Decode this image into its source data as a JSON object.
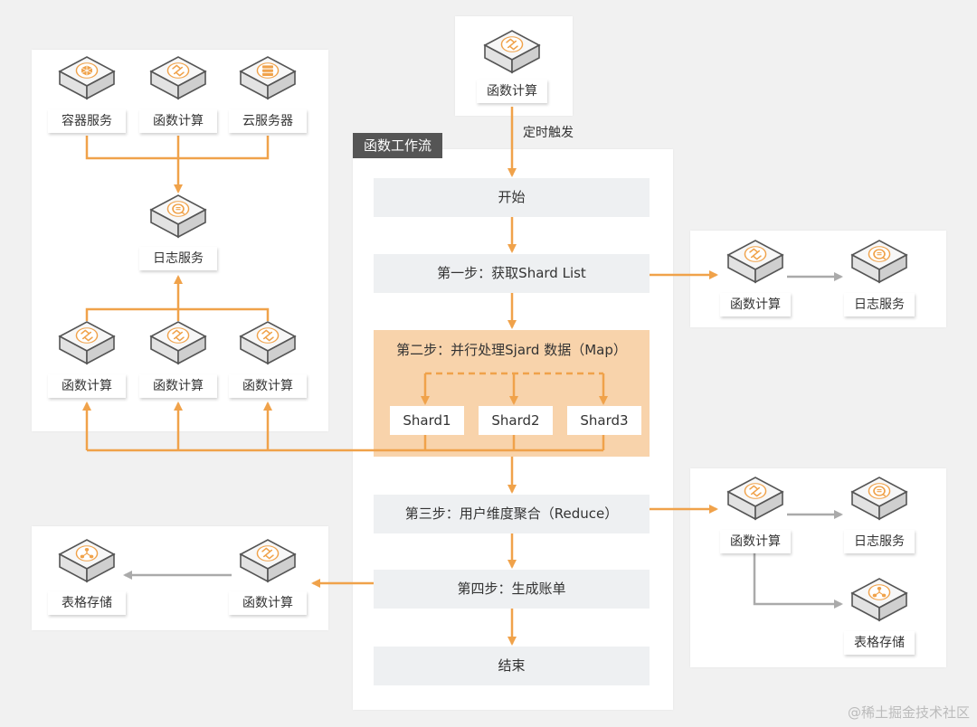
{
  "labels": {
    "fc": "函数计算",
    "log": "日志服务",
    "container": "容器服务",
    "server": "云服务器",
    "table": "表格存储"
  },
  "trigger": "定时触发",
  "workflow": {
    "title": "函数工作流",
    "start": "开始",
    "step1": "第一步：获取Shard List",
    "step2": "第二步：并行处理Sjard 数据（Map）",
    "shards": [
      "Shard1",
      "Shard2",
      "Shard3"
    ],
    "step3": "第三步：用户维度聚合（Reduce）",
    "step4": "第四步：生成账单",
    "end": "结束"
  },
  "watermark": "@稀土掘金技术社区",
  "colors": {
    "orange": "#f0a24a",
    "gray_arrow": "#aaaaaa",
    "shard_bg": "#f8d3ab",
    "wf_title_bg": "#555555"
  },
  "icons": {
    "fc": "function-compute-icon",
    "log": "log-service-icon",
    "container": "container-service-icon",
    "server": "cloud-server-icon",
    "table": "table-storage-icon"
  }
}
